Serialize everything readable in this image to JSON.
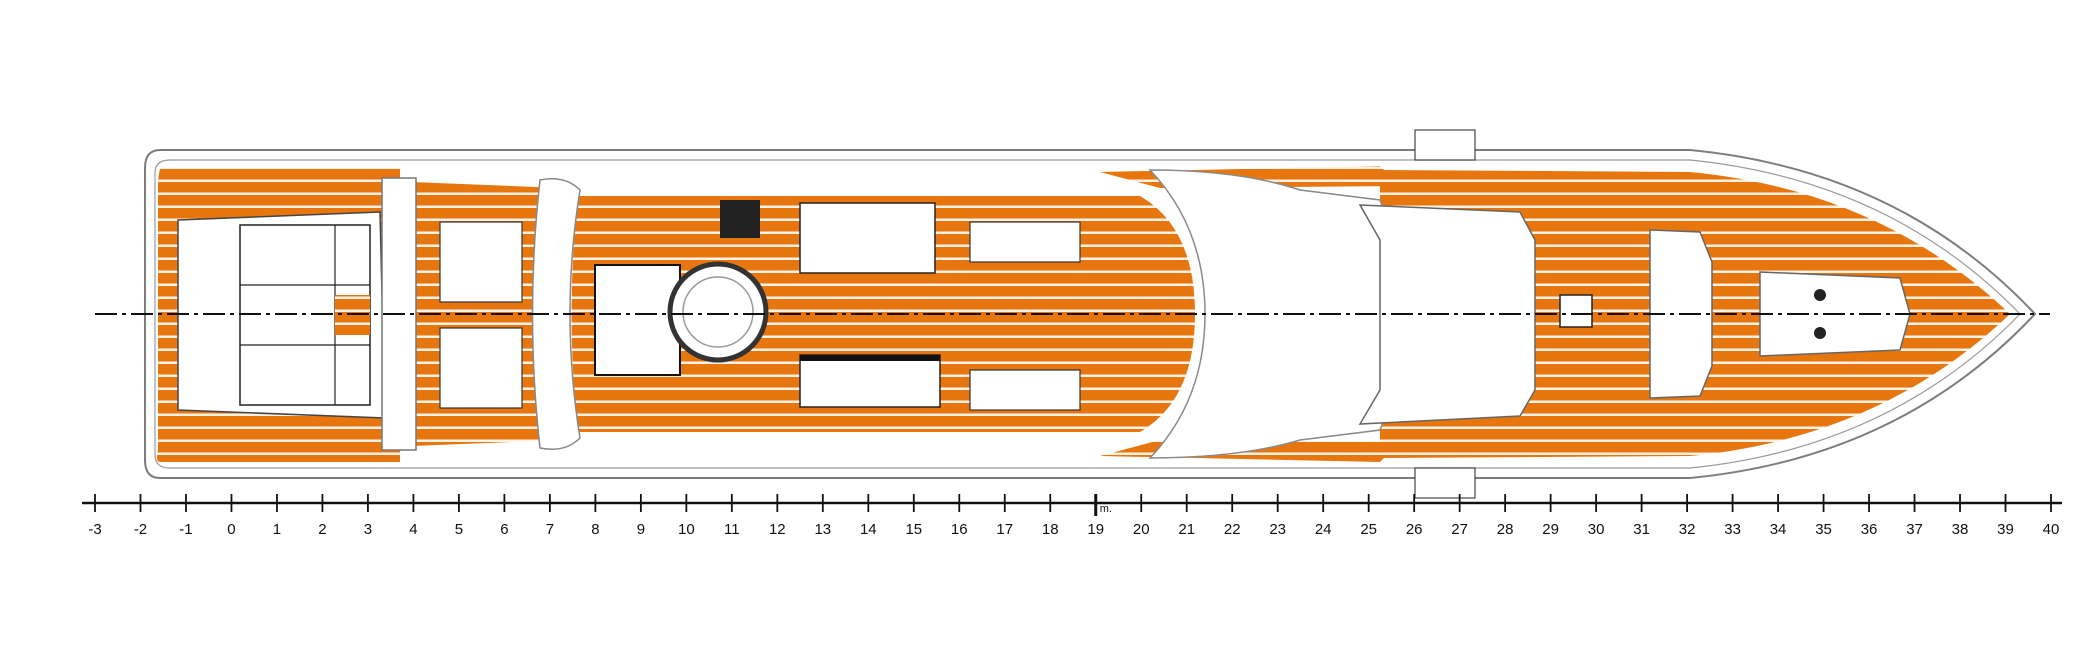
{
  "diagram": {
    "subject": "yacht-sun-deck-plan",
    "colors": {
      "teak": "#e8760f",
      "line": "#1a1a1a",
      "hull": "#8a8a8a",
      "white": "#ffffff"
    }
  },
  "scale": {
    "unit_label": "m.",
    "unit_at": 19,
    "min": -3,
    "max": 40,
    "labels": [
      "-3",
      "-2",
      "-1",
      "0",
      "1",
      "2",
      "3",
      "4",
      "5",
      "6",
      "7",
      "8",
      "9",
      "10",
      "11",
      "12",
      "13",
      "14",
      "15",
      "16",
      "17",
      "18",
      "19",
      "20",
      "21",
      "22",
      "23",
      "24",
      "25",
      "26",
      "27",
      "28",
      "29",
      "30",
      "31",
      "32",
      "33",
      "34",
      "35",
      "36",
      "37",
      "38",
      "39",
      "40"
    ]
  }
}
